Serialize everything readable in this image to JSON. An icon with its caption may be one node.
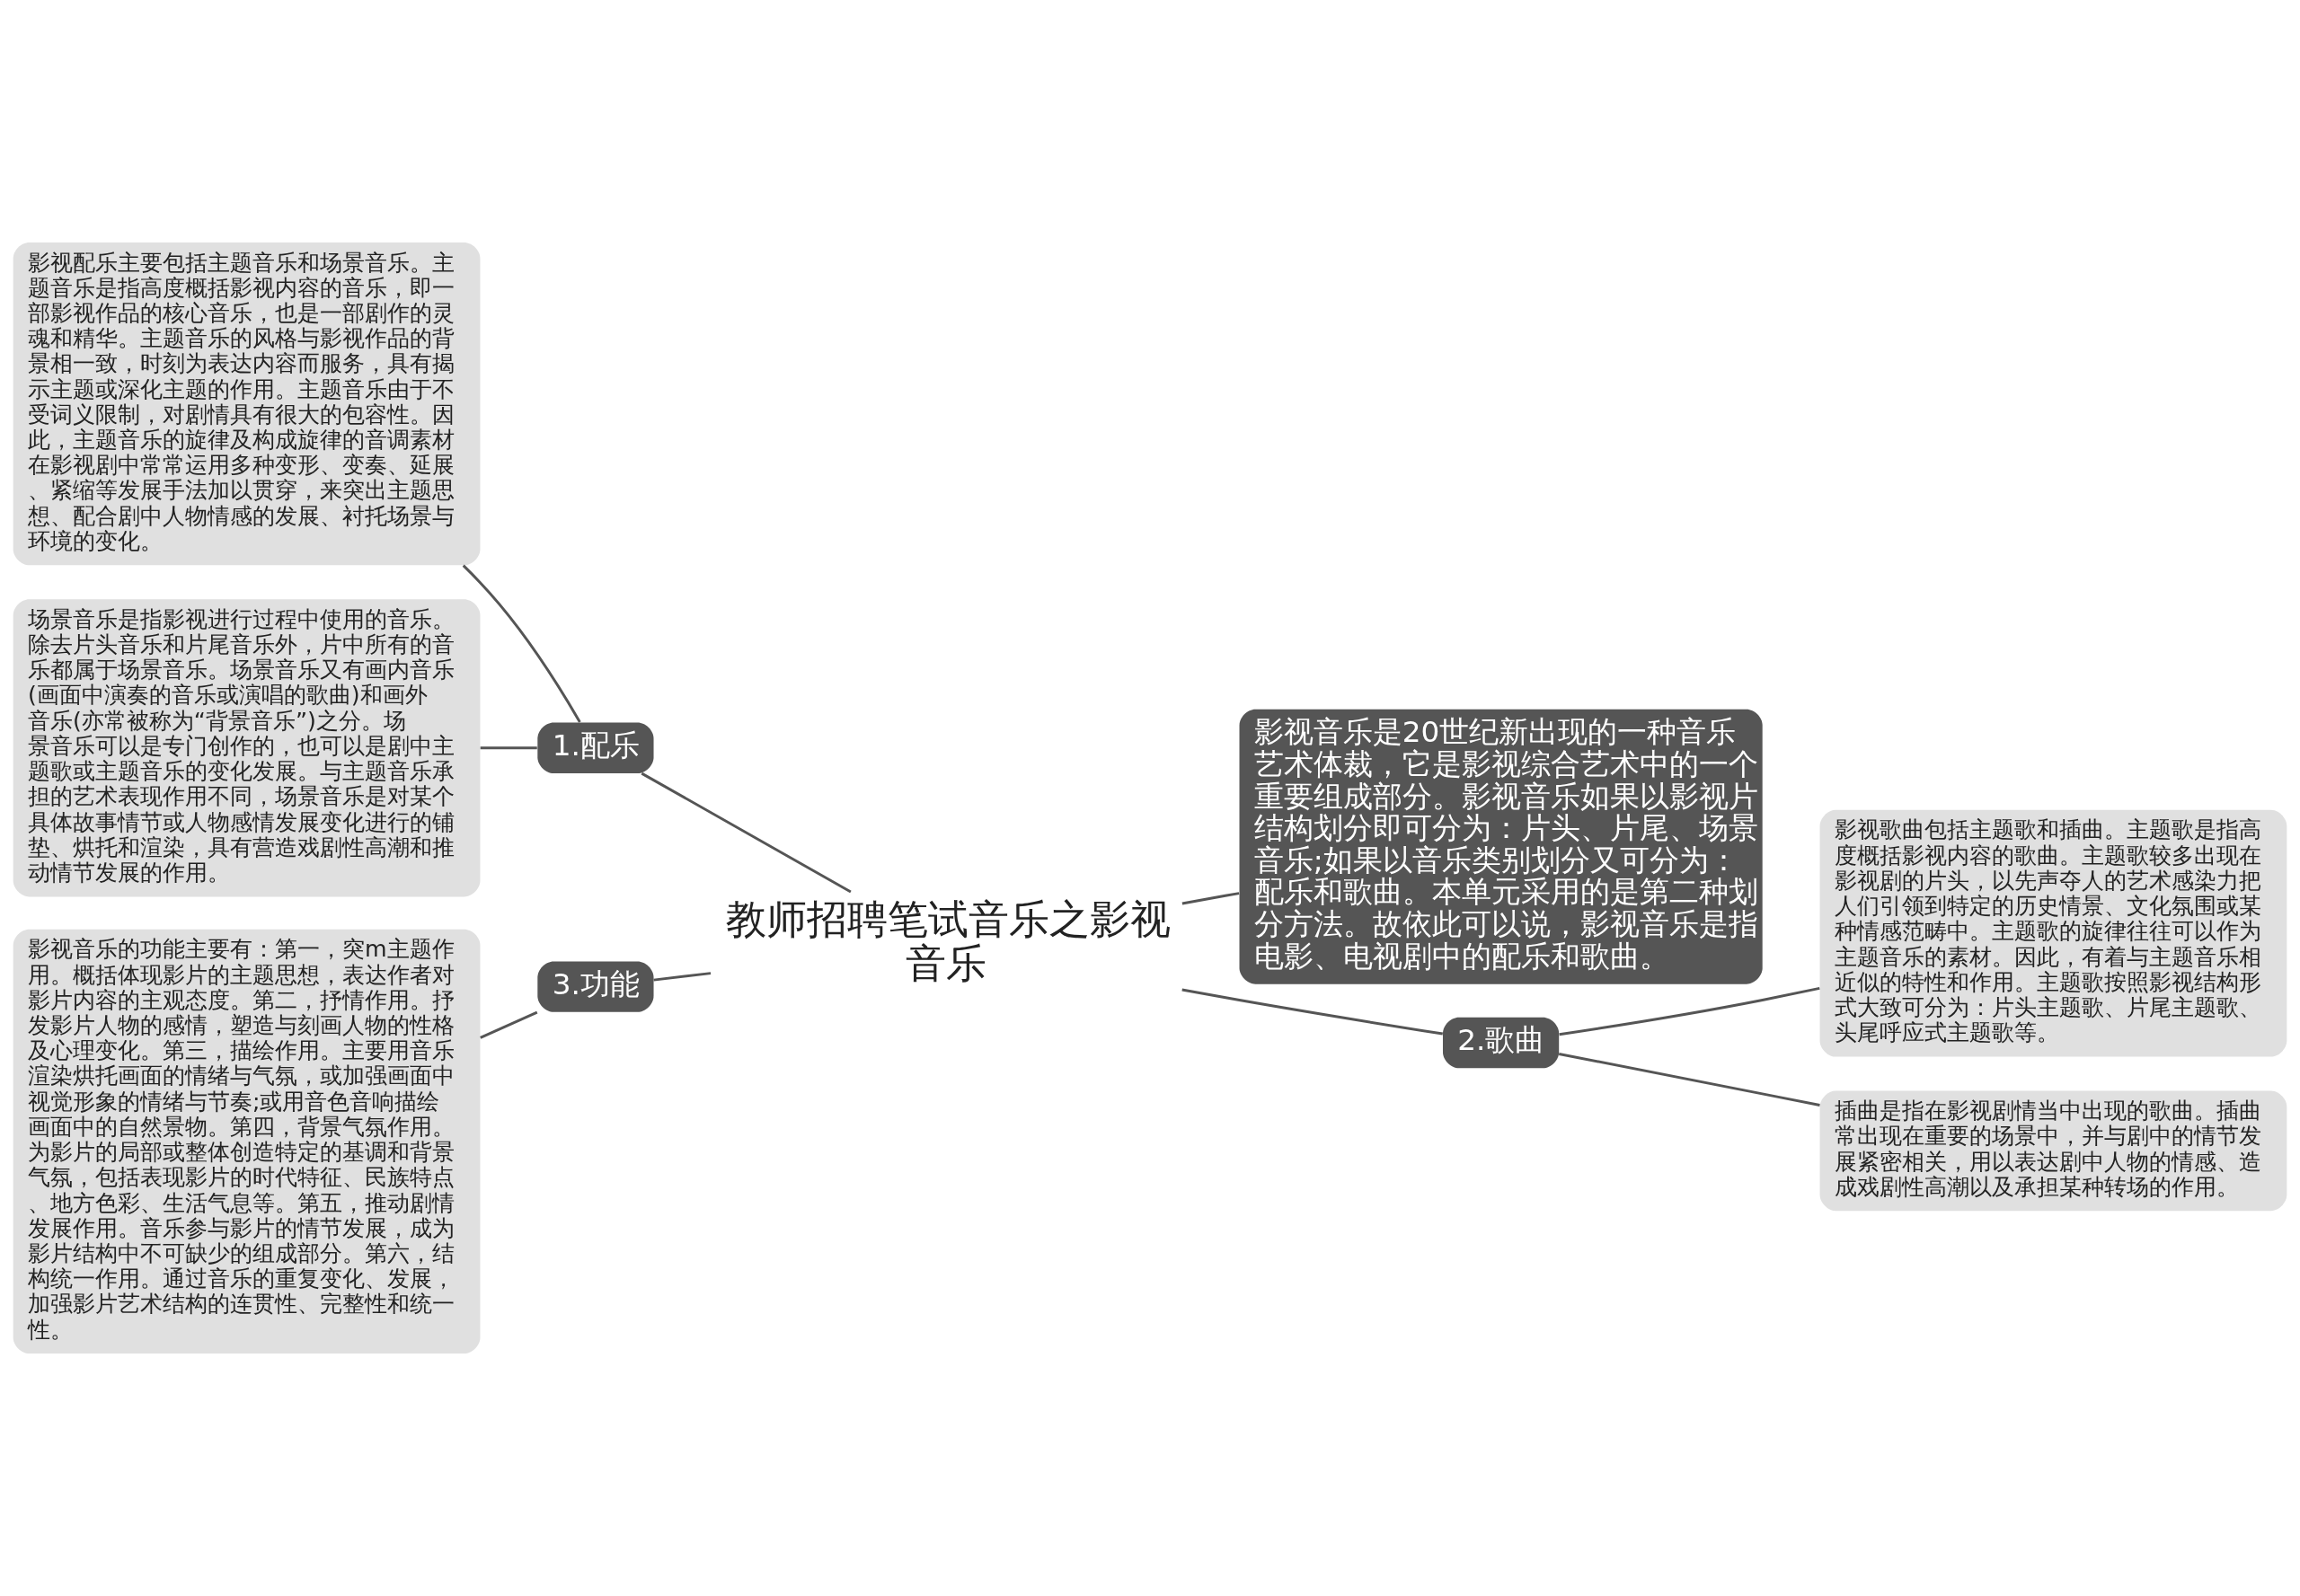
{
  "diagram": {
    "nodes": [
      {
        "text": [
          "教师招聘笔试音乐之影视音乐"
        ]
      },
      {
        "text": [
          "1.配乐"
        ]
      },
      {
        "text": [
          "影视配乐主要包括主题音乐和场景音乐。主题音乐是指高度概括影视内容的音乐，即一部影视作品的核心音乐，也是一部剧作的灵魂和精华。主题音乐的风格与影视作品的背景相一致，时刻为表达内容而服务，具有揭示主题或深化主题的作用。主题音乐由于不受词义限制，对剧情具有很大的包容性。因此，主题音乐的旋律及构成旋律的音调素材在影视剧中常常运用多种变形、变奏、延展、紧缩等发展手法加以贯穿，来突出主题思想、配合剧中人物情感的发展、衬托场景与环境的变化。"
        ]
      },
      {
        "text": [
          "场景音乐是指影视进行过程中使用的音乐。除去片头音乐和片尾音乐外，片中所有的音乐都属于场景音乐。场景音乐又有画内音乐(画面中演奏的音乐或演唱的歌曲)和画外音乐(亦常被称为“背景音乐”)之分。场景音乐可以是专门创作的，也可以是剧中主题歌或主题音乐的变化发展。与主题音乐承担的艺术表现作用不同，场景音乐是对某个具体故事情节或人物感情发展变化进行的铺垫、烘托和渲染，具有营造戏剧性高潮和推动情节发展的作用。"
        ]
      },
      {
        "text": [
          "3.功能"
        ]
      },
      {
        "text": [
          "影视音乐的功能主要有：第一，突m主题作用。概括体现影片的主题思想，表达作者对影片内容的主观态度。第二，抒情作用。抒发影片人物的感情，塑造与刻画人物的性格及心理变化。第三，描绘作用。主要用音乐渲染烘托画面的情绪与气氛，或加强画面中视觉形象的情绪与节奏;或用音色音响描绘画面中的自然景物。第四，背景气氛作用。为影片的局部或整体创造特定的基调和背景气氛，包括表现影片的时代特征、民族特点、地方色彩、生活气息等。第五，推动剧情发展作用。音乐参与影片的情节发展，成为影片结构中不可缺少的组成部分。第六，结构统一作用。通过音乐的重复变化、发展，加强影片艺术结构的连贯性、完整性和统一性。"
        ]
      },
      {
        "text": [
          "影视音乐是20世纪新出现的一种音乐艺术体裁，它是影视综合艺术中的一个重要组成部分。影视音乐如果以影视片结构划分即可分为：片头、片尾、场景音乐;如果以音乐类别划分又可分为：配乐和歌曲。本单元采用的是第二种划分方法。故依此可以说，影视音乐是指电影、电视剧中的配乐和歌曲。"
        ]
      },
      {
        "text": [
          "2.歌曲"
        ]
      },
      {
        "text": [
          "影视歌曲包括主题歌和插曲。主题歌是指高度概括影视内容的歌曲。主题歌较多出现在影视剧的片头，以先声夺人的艺术感染力把人们引领到特定的历史情景、文化氛围或某种情感范畴中。主题歌的旋律往往可以作为主题音乐的素材。因此，有着与主题音乐相近似的特性和作用。主题歌按照影视结构形式大致可分为：片头主题歌、片尾主题歌、头尾呼应式主题歌等。"
        ]
      },
      {
        "text": [
          "插曲是指在影视剧情当中出现的歌曲。插曲常出现在重要的场景中，并与剧中的情节发展紧密相关，用以表达剧中人物的情感、造成戏剧性高潮以及承担某种转场的作用。"
        ]
      }
    ],
    "edges": [
      {
        "from": 1,
        "to": 0,
        "arrow": "none"
      },
      {
        "from": 2,
        "to": 1,
        "arrow": "none"
      },
      {
        "from": 3,
        "to": 1,
        "arrow": "none"
      },
      {
        "from": 4,
        "to": 0,
        "arrow": "none"
      },
      {
        "from": 5,
        "to": 4,
        "arrow": "none"
      },
      {
        "from": 0,
        "to": 6,
        "arrow": "none"
      },
      {
        "from": 0,
        "to": 7,
        "arrow": "none"
      },
      {
        "from": 7,
        "to": 8,
        "arrow": "none"
      },
      {
        "from": 7,
        "to": 9,
        "arrow": "none"
      }
    ]
  }
}
